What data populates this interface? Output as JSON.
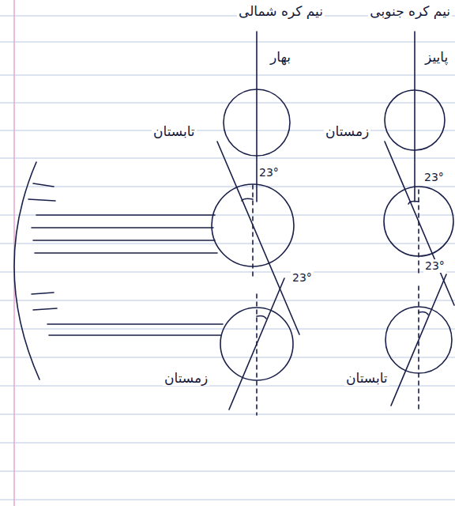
{
  "diagram": {
    "labels": [
      "نیم کره شمالی",
      "نیم کره جنوبی",
      "بهار",
      "پاییز",
      "تابستان",
      "زمستان",
      "23°",
      "23°",
      "23°",
      "23°",
      "زمستان",
      "تابستان"
    ]
  }
}
